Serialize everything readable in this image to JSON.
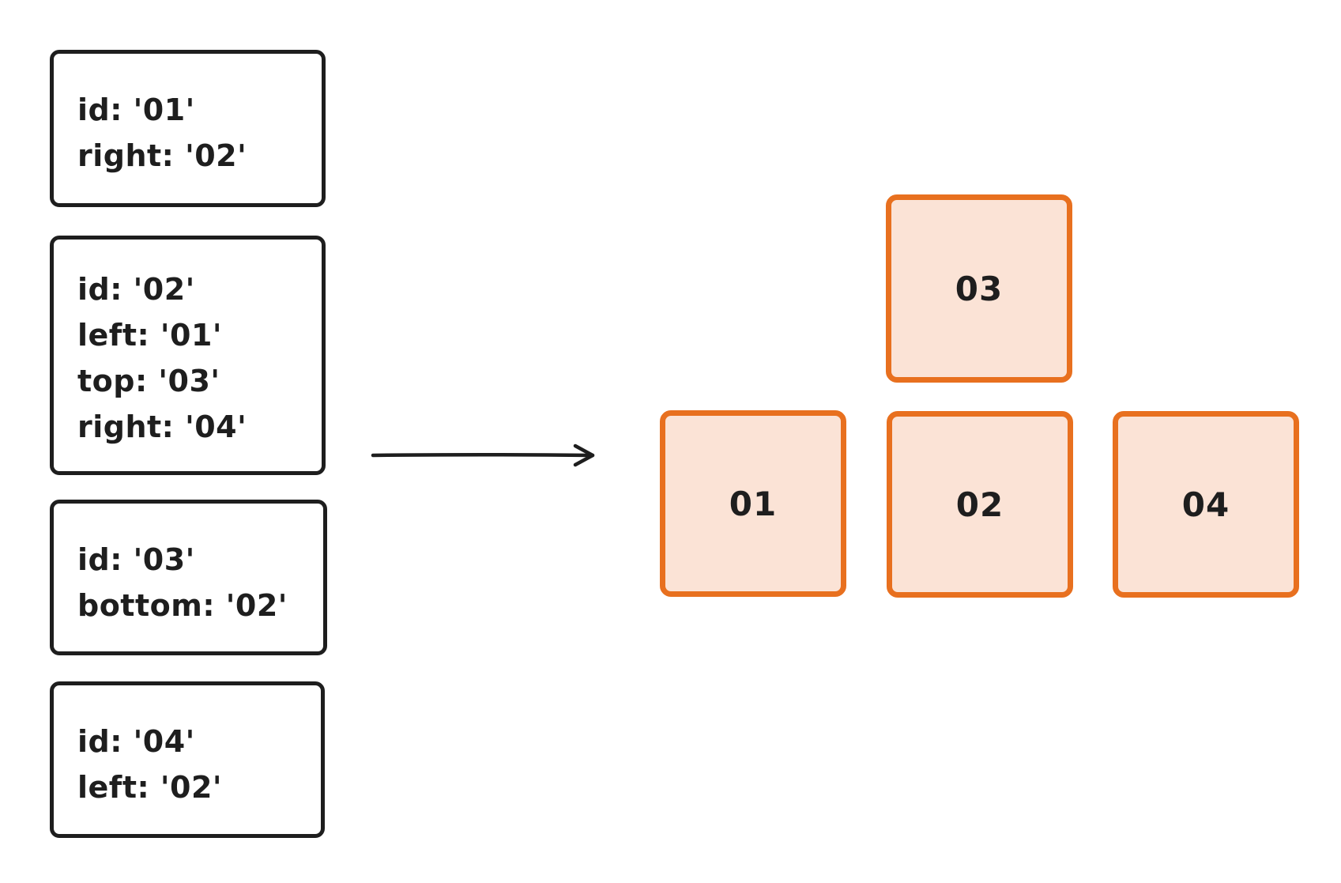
{
  "records": [
    {
      "lines": [
        "id: '01'",
        "right: '02'"
      ]
    },
    {
      "lines": [
        "id: '02'",
        "left: '01'",
        "top: '03'",
        "right: '04'"
      ]
    },
    {
      "lines": [
        "id: '03'",
        "bottom: '02'"
      ]
    },
    {
      "lines": [
        "id: '04'",
        "left: '02'"
      ]
    }
  ],
  "tiles": {
    "t01": "01",
    "t02": "02",
    "t03": "03",
    "t04": "04"
  },
  "colors": {
    "ink": "#1e1e1e",
    "tile_border": "#e8701f",
    "tile_fill": "#fbe3d6"
  }
}
